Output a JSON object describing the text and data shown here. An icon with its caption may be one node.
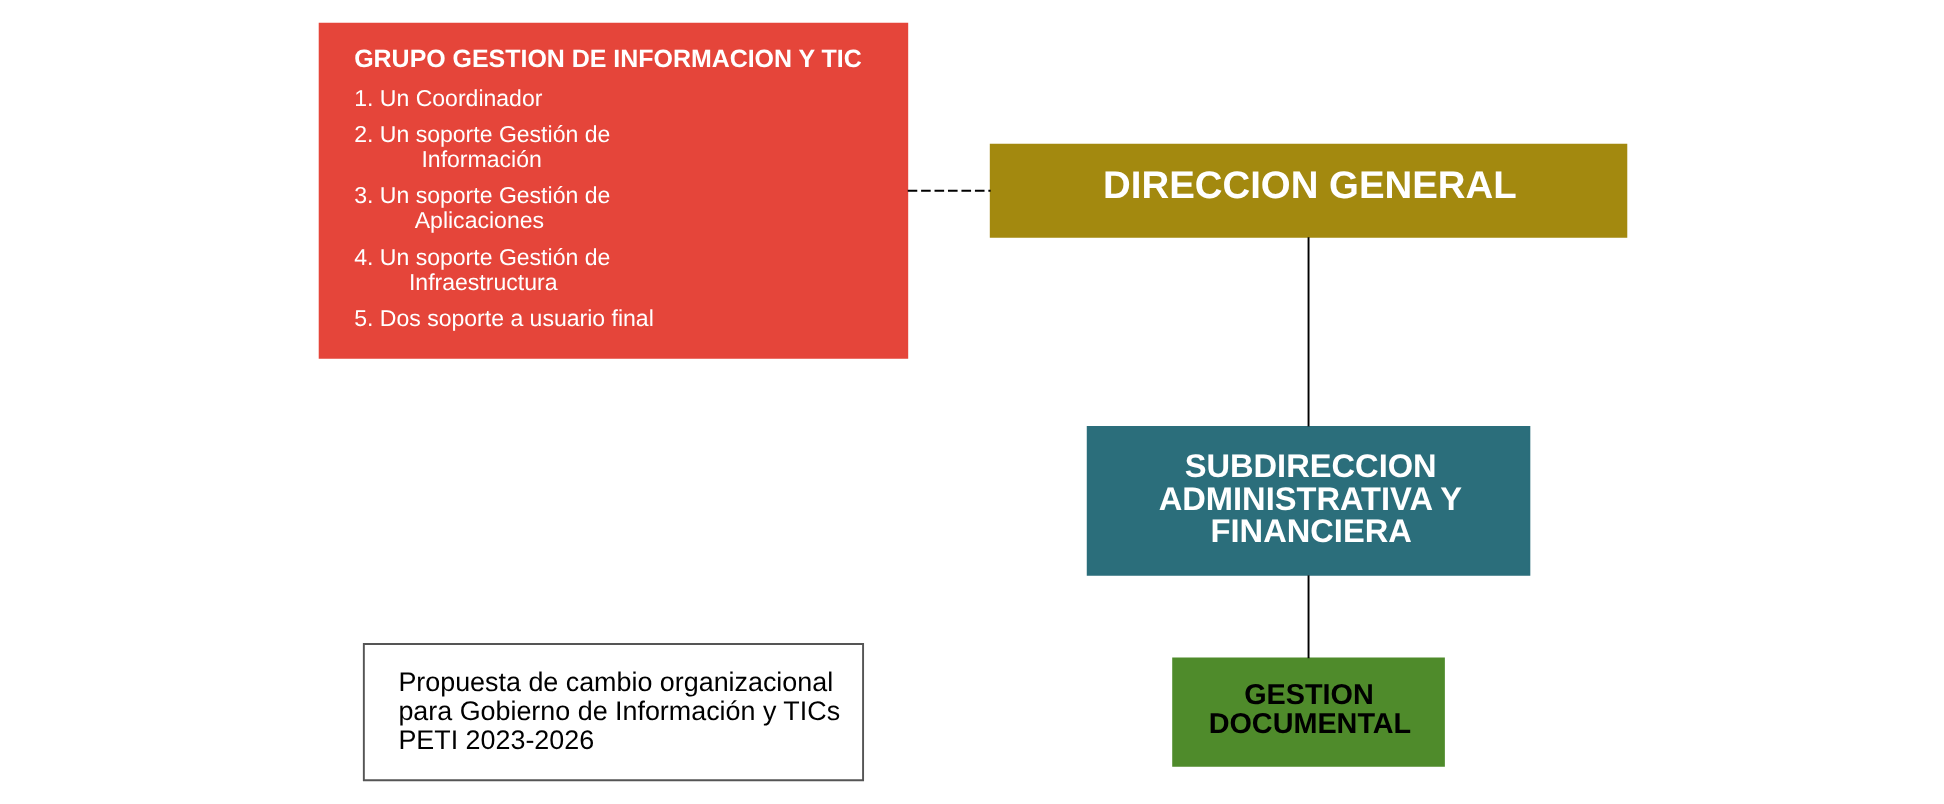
{
  "diagram": {
    "nodes": [
      {
        "text": [
          "GRUPO GESTION DE INFORMACION Y TIC",
          "1. Un Coordinador",
          "2. Un soporte Gestión de Información",
          "3. Un soporte Gestión de Aplicaciones",
          "4. Un soporte Gestión de Infraestructura",
          "5. Dos soporte a usuario final"
        ]
      },
      {
        "text": [
          "DIRECCION GENERAL"
        ]
      },
      {
        "text": [
          "SUBDIRECCION ADMINISTRATIVA Y FINANCIERA"
        ]
      },
      {
        "text": [
          "GESTION DOCUMENTAL"
        ]
      },
      {
        "text": [
          "Propuesta de cambio organizacional para Gobierno de Información y TICs PETI 2023-2026"
        ]
      }
    ],
    "edges": [
      {
        "from": 0,
        "to": 1,
        "arrow": "none",
        "style": "dashed"
      },
      {
        "from": 1,
        "to": 2,
        "arrow": "none"
      },
      {
        "from": 2,
        "to": 3,
        "arrow": "none"
      }
    ]
  }
}
